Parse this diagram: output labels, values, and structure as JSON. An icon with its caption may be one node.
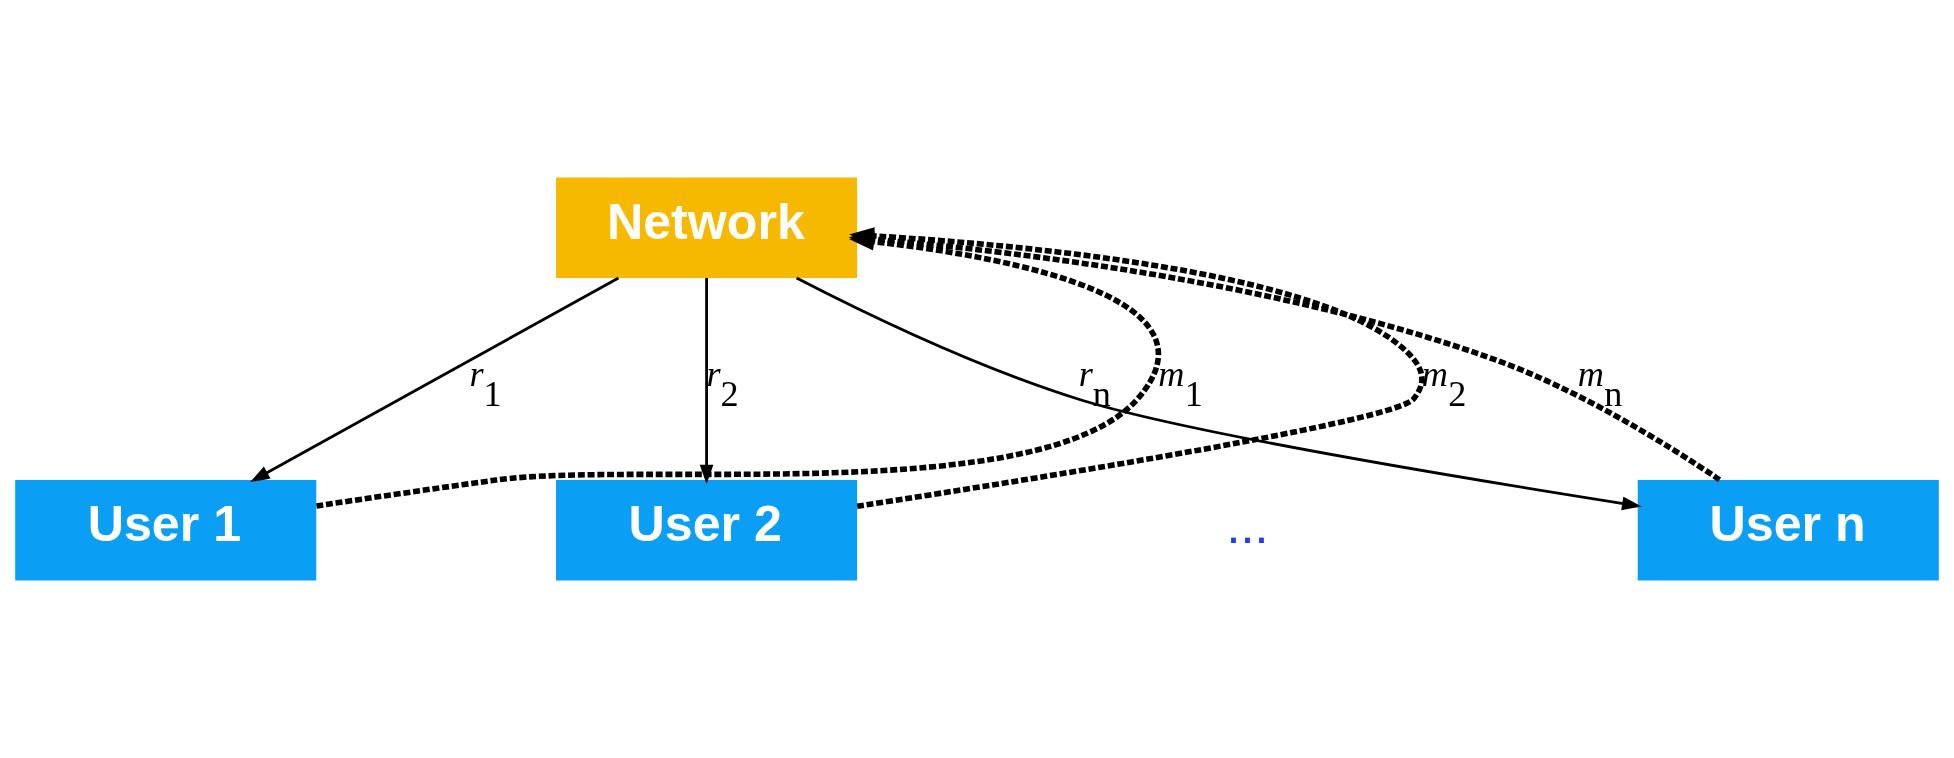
{
  "diagram": {
    "nodes": [
      {
        "text": [
          "Network"
        ]
      },
      {
        "text": [
          "User 1"
        ]
      },
      {
        "text": [
          "User 2"
        ]
      },
      {
        "text": [
          "User n"
        ]
      }
    ],
    "edges": [
      {
        "from": 0,
        "to": 1,
        "arrow": "to",
        "label": "*r*$_{1}$"
      },
      {
        "from": 1,
        "to": 0,
        "arrow": "to",
        "label": "*m*$_{1}$",
        "style": "dashed"
      },
      {
        "from": 0,
        "to": 2,
        "arrow": "to",
        "label": "*r*$_{2}$"
      },
      {
        "from": 2,
        "to": 0,
        "arrow": "to",
        "label": "*m*$_{2}$",
        "style": "dashed"
      },
      {
        "from": 0,
        "to": 3,
        "arrow": "to",
        "label": "*r*$_{n}$"
      },
      {
        "from": 3,
        "to": 0,
        "arrow": "to",
        "label": "*m*$_{n}$",
        "style": "dashed"
      }
    ],
    "labels": [
      "..."
    ]
  }
}
